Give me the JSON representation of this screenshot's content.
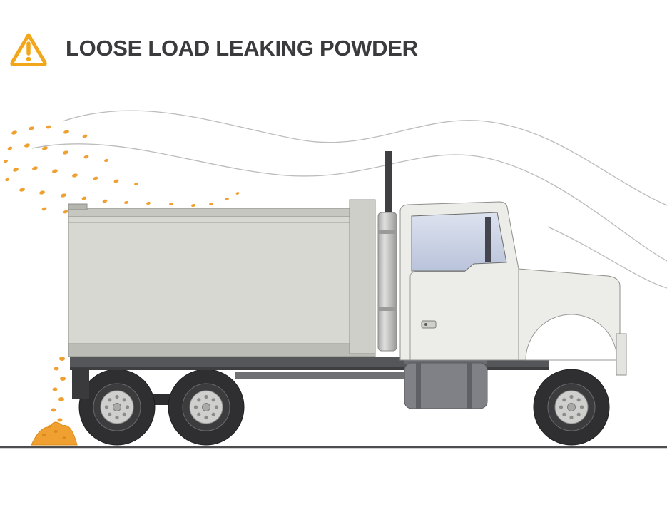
{
  "header": {
    "title": "LOOSE LOAD LEAKING POWDER",
    "icon": "warning-triangle-icon"
  },
  "colors": {
    "accent_orange": "#F2A71B",
    "title_text": "#3B3B3D",
    "truck_body": "#D8D8D2",
    "cab_body": "#ECECE9",
    "window_blue_light": "#DDE2EF",
    "window_blue_dark": "#B9C3DA",
    "dark_gray": "#4A4A4C",
    "tire": "#2F2F31",
    "wind_line": "#B5B5B3",
    "ground": "#4D4D4F",
    "powder": "#F0A030"
  },
  "illustration": {
    "subject": "dump-truck-side-view",
    "elements": [
      "wind-flow-lines",
      "airborne-powder-particles",
      "dump-truck",
      "powder-falling-trail",
      "powder-pile-on-ground",
      "ground-line"
    ]
  }
}
